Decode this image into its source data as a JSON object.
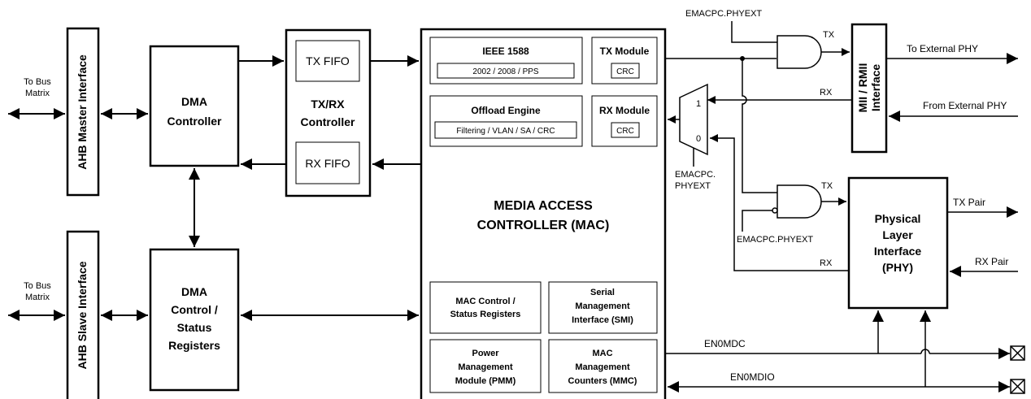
{
  "blocks": {
    "ahb_master": "AHB Master Interface",
    "ahb_slave": "AHB Slave Interface",
    "dma_controller": [
      "DMA",
      "Controller"
    ],
    "dma_ctrl_status": [
      "DMA",
      "Control /",
      "Status",
      "Registers"
    ],
    "txrx_controller": [
      "TX/RX",
      "Controller"
    ],
    "tx_fifo": "TX FIFO",
    "rx_fifo": "RX FIFO",
    "ieee1588": "IEEE 1588",
    "ieee1588_sub": "2002 / 2008 / PPS",
    "tx_module": "TX Module",
    "tx_crc": "CRC",
    "offload_engine": "Offload Engine",
    "offload_sub": "Filtering / VLAN / SA / CRC",
    "rx_module": "RX Module",
    "rx_crc": "CRC",
    "mac": [
      "MEDIA ACCESS",
      "CONTROLLER (MAC)"
    ],
    "mac_ctrl_regs": [
      "MAC Control /",
      "Status Registers"
    ],
    "smi": [
      "Serial",
      "Management",
      "Interface (SMI)"
    ],
    "pmm": [
      "Power",
      "Management",
      "Module (PMM)"
    ],
    "mmc": [
      "MAC",
      "Management",
      "Counters (MMC)"
    ],
    "mii_rmii": [
      "MII / RMII",
      "Interface"
    ],
    "phy": [
      "Physical",
      "Layer",
      "Interface",
      "(PHY)"
    ]
  },
  "labels": {
    "to_bus_matrix_1": [
      "To Bus",
      "Matrix"
    ],
    "to_bus_matrix_2": [
      "To Bus",
      "Matrix"
    ],
    "emacpc_phyext_top": "EMACPC.PHYEXT",
    "emacpc_phyext_mux": [
      "EMACPC.",
      "PHYEXT"
    ],
    "emacpc_phyext_bottom": "EMACPC.PHYEXT",
    "tx_1": "TX",
    "rx_1": "RX",
    "tx_2": "TX",
    "rx_2": "RX",
    "mux_1": "1",
    "mux_0": "0",
    "to_external_phy": "To External PHY",
    "from_external_phy": "From External PHY",
    "tx_pair": "TX Pair",
    "rx_pair": "RX Pair",
    "en0mdc": "EN0MDC",
    "en0mdio": "EN0MDIO"
  }
}
